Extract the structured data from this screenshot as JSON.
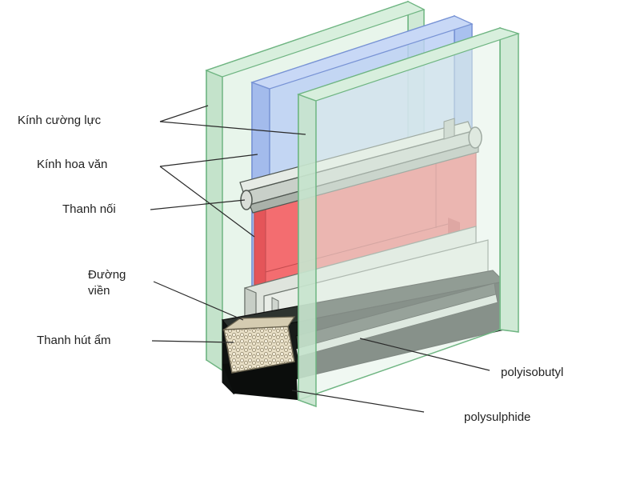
{
  "labels": {
    "tempered_glass": "Kính cường lực",
    "patterned_glass": "Kính hoa văn",
    "connector_bar": "Thanh nối",
    "border_line1": "Đường",
    "border_line2": "viền",
    "desiccant_bar": "Thanh hút ẩm",
    "polyisobutyl": "polyisobutyl",
    "polysulphide": "polysulphide"
  },
  "colors": {
    "glass_green": "#d8efdd",
    "glass_green_edge": "#7cc08d",
    "glass_blue": "#b9cdf2",
    "glass_blue_edge": "#7d9bd8",
    "spacer_red": "#f2686b",
    "spacer_light": "#dde3dc",
    "sealant_black": "#161a18",
    "desiccant_beige": "#e6dcc2"
  }
}
